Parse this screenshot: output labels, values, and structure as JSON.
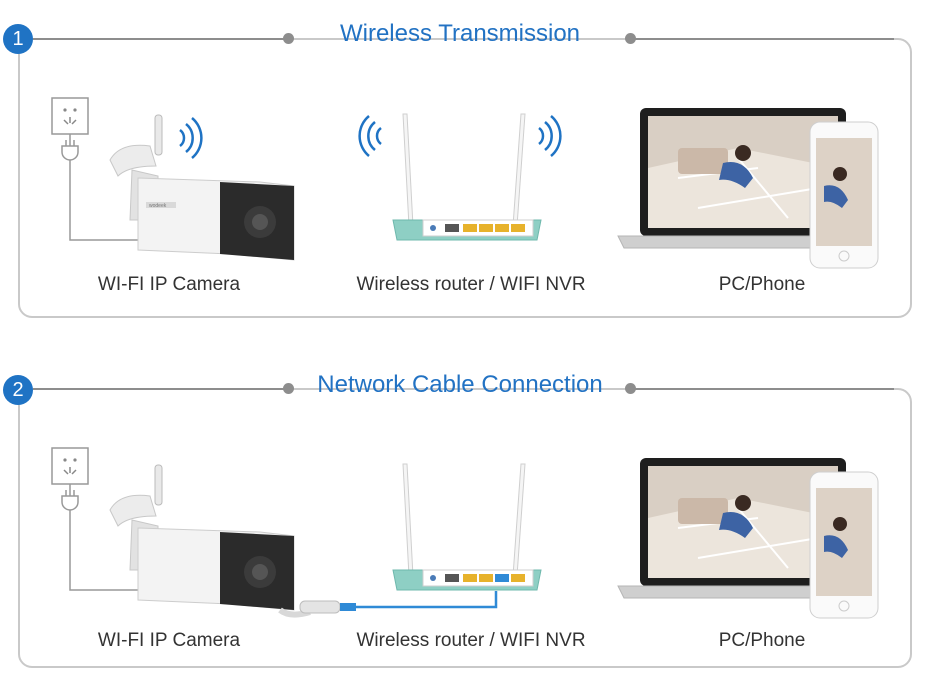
{
  "sections": [
    {
      "number": "1",
      "title": "Wireless Transmission",
      "labels": [
        "WI-FI IP Camera",
        "Wireless router / WIFI NVR",
        "PC/Phone"
      ]
    },
    {
      "number": "2",
      "title": "Network Cable Connection",
      "labels": [
        "WI-FI IP Camera",
        "Wireless router / WIFI NVR",
        "PC/Phone"
      ]
    }
  ],
  "camera_brand": "wodeek",
  "colors": {
    "accent_blue": "#1f73c4",
    "panel_border": "#c9c9c9",
    "router_teal": "#8ecfc4",
    "port_yellow": "#e7b22b",
    "cable_blue": "#2f8ad6"
  }
}
